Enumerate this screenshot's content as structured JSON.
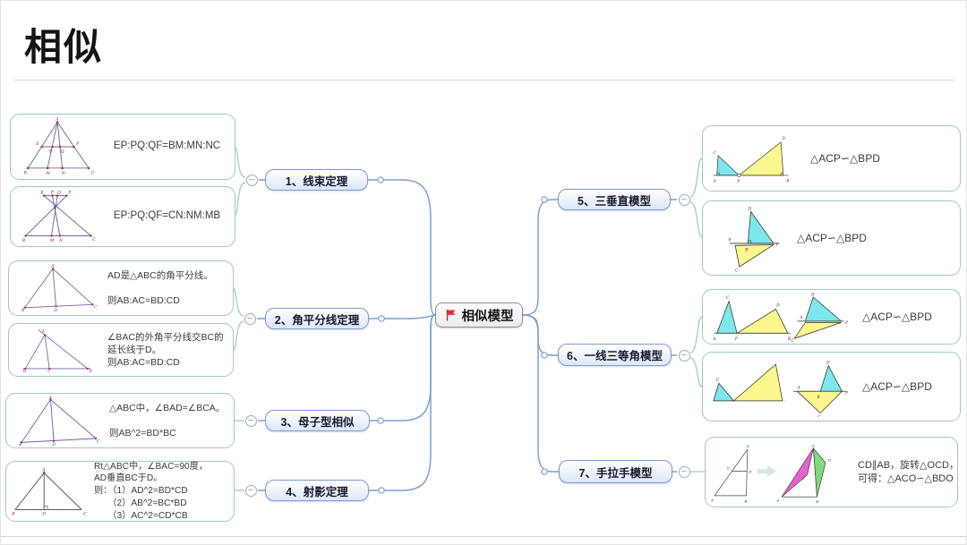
{
  "page": {
    "title": "相似"
  },
  "ui": {
    "collapse_glyph": "−"
  },
  "root": {
    "label": "相似模型",
    "icon": "red-flag"
  },
  "branches": {
    "b1": {
      "label": "1、线束定理"
    },
    "b2": {
      "label": "2、角平分线定理"
    },
    "b3": {
      "label": "3、母子型相似"
    },
    "b4": {
      "label": "4、射影定理"
    },
    "b5": {
      "label": "5、三垂直模型"
    },
    "b6": {
      "label": "6、一线三等角模型"
    },
    "b7": {
      "label": "7、手拉手模型"
    }
  },
  "notes": {
    "beam1": "EP:PQ:QF=BM:MN:NC",
    "beam2": "EP:PQ:QF=CN:NM:MB",
    "bisector": "AD是△ABC的角平分线。\n\n则AB:AC=BD:CD",
    "ext_bisector": "∠BAC的外角平分线交BC的\n延长线于D。\n则AB:AC=BD:CD",
    "mother_son": "△ABC中，∠BAD=∠BCA。\n\n则AB^2=BD*BC",
    "projection": "Rt△ABC中，∠BAC=90度，\nAD垂直BC于D。\n则：（1）AD^2=BD*CD\n　　（2）AB^2=BC*BD\n　　（3）AC^2=CD*CB",
    "perp1": "△ACP∽△BPD",
    "perp2": "△ACP∽△BPD",
    "oneline1": "△ACP∽△BPD",
    "oneline2": "△ACP∽△BPD",
    "hand": "CD∥AB，旋转△OCD，\n可得：△ACO∽△BDO"
  },
  "figure_labels": {
    "beam1": [
      "A",
      "E",
      "P",
      "Q",
      "F",
      "B",
      "M",
      "N",
      "C"
    ],
    "beam2": [
      "E",
      "P",
      "Q",
      "F",
      "A",
      "B",
      "M",
      "N",
      "C"
    ],
    "bisector": [
      "A",
      "B",
      "D",
      "C"
    ],
    "ext_bisector": [
      "A",
      "B",
      "C",
      "D"
    ],
    "mother_son": [
      "A",
      "B",
      "D",
      "C"
    ],
    "projection": [
      "A",
      "B",
      "D",
      "C"
    ],
    "tri_perp_1": [
      "C",
      "D",
      "A",
      "P",
      "B"
    ],
    "tri_perp_2": [
      "D",
      "A",
      "B",
      "P",
      "C"
    ],
    "one_line_1": [
      "C",
      "D",
      "A",
      "P",
      "B",
      "D",
      "A",
      "P",
      "C"
    ],
    "one_line_2": [
      "C",
      "D",
      "A",
      "B",
      "P",
      "C"
    ],
    "hand": [
      "O",
      "C",
      "D",
      "A",
      "B",
      "O",
      "D",
      "C",
      "A",
      "B"
    ]
  },
  "colors": {
    "branch_blue": "#7b9bd2",
    "child_green": "#9fcab8",
    "line_blue": "#7da0d0",
    "line_green": "#a9cfbd",
    "flag_red": "#e03131",
    "figure_purple": "#6f62ae",
    "cyan_fill": "#7de8ec",
    "yellow_fill": "#fdf88e",
    "magenta_fill": "#e760cf",
    "green_fill": "#7fd97f"
  }
}
